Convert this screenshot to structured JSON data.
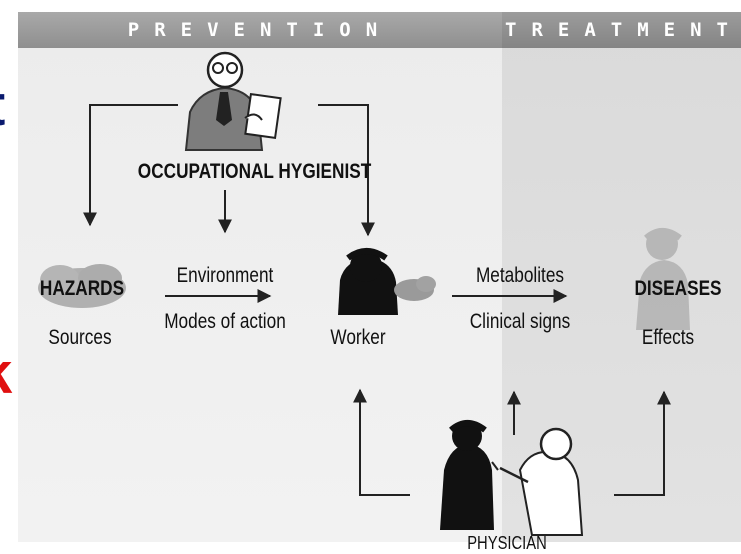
{
  "header": {
    "prevention": "PREVENTION",
    "treatment": "TREATMENT"
  },
  "roles": {
    "hygienist": "OCCUPATIONAL HYGIENIST",
    "physician": "PHYSICIAN"
  },
  "nodes": {
    "hazards": "HAZARDS",
    "sources": "Sources",
    "worker": "Worker",
    "diseases": "DISEASES",
    "effects": "Effects"
  },
  "edges": {
    "environment": "Environment",
    "modes": "Modes of action",
    "metabolites": "Metabolites",
    "clinical": "Clinical signs"
  },
  "edge_chars": {
    "left_top": "t",
    "left_bottom": "k"
  },
  "colors": {
    "band": "#8f8f8f",
    "prevention_bg": "#eeeeee",
    "treatment_bg": "#dcdcdc",
    "figure": "#111111",
    "edge_t": "#0a1a6e",
    "edge_k": "#e01010"
  }
}
